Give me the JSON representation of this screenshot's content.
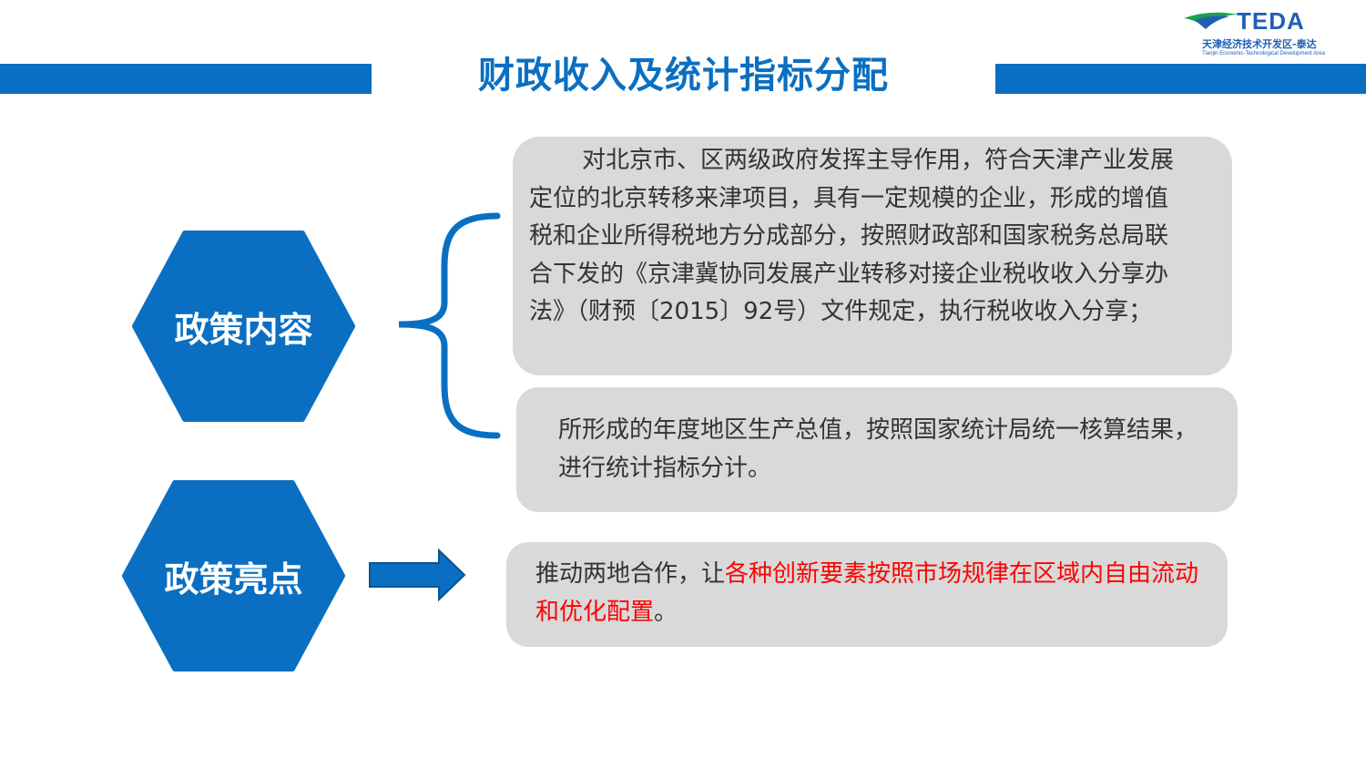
{
  "header": {
    "title": "财政收入及统计指标分配",
    "bar_color": "#0a6fc2"
  },
  "logo": {
    "wordmark": "TEDA",
    "cn_name": "天津经济技术开发区-泰达",
    "en_name": "Tianjin Economic-Technological Development Area",
    "icon": "teda-swoosh-icon"
  },
  "hexagons": [
    {
      "label": "政策内容"
    },
    {
      "label": "政策亮点"
    }
  ],
  "content": {
    "paragraph1": "对北京市、区两级政府发挥主导作用，符合天津产业发展定位的北京转移来津项目，具有一定规模的企业，形成的增值税和企业所得税地方分成部分，按照财政部和国家税务总局联合下发的《京津冀协同发展产业转移对接企业税收收入分享办法》（财预〔2015〕92号）文件规定，执行税收收入分享；",
    "paragraph2": "所形成的年度地区生产总值，按照国家统计局统一核算结果，进行统计指标分计。"
  },
  "highlight": {
    "prefix": "推动两地合作，让",
    "emphasis": "各种创新要素按照市场规律在区域内自由流动和优化配置",
    "suffix": "。",
    "emphasis_color": "#ff0000"
  },
  "icons": {
    "brace": "curly-brace-icon",
    "arrow": "right-arrow-icon"
  },
  "colors": {
    "primary": "#0a6fc2",
    "box_background": "#d9d9d9",
    "text": "#333333"
  }
}
